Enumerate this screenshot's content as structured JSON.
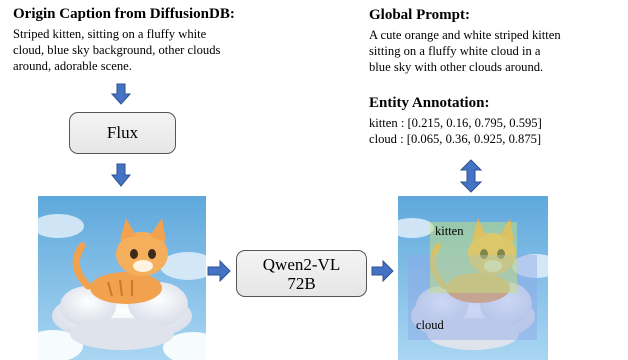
{
  "left": {
    "caption_title": "Origin Caption from DiffusionDB:",
    "caption_lines": [
      "Striped kitten, sitting on a fluffy white",
      "cloud, blue sky background, other clouds",
      "around, adorable scene."
    ],
    "model_box": "Flux"
  },
  "middle": {
    "model_lines": [
      "Qwen2-VL",
      "72B"
    ]
  },
  "right": {
    "prompt_title": "Global Prompt:",
    "prompt_lines": [
      "A cute orange and white striped kitten",
      "sitting on a fluffy white cloud in a",
      "blue sky with other clouds around."
    ],
    "entity_title": "Entity Annotation:",
    "entity_lines": [
      "kitten : [0.215, 0.16, 0.795, 0.595]",
      "cloud : [0.065, 0.36, 0.925, 0.875]"
    ],
    "overlay_kitten_label": "kitten",
    "overlay_cloud_label": "cloud"
  },
  "colors": {
    "arrow": "#4472c4",
    "arrow_border": "#2f528f",
    "kitten_box": "#c6e07a",
    "cloud_box": "#8ea6e6"
  }
}
